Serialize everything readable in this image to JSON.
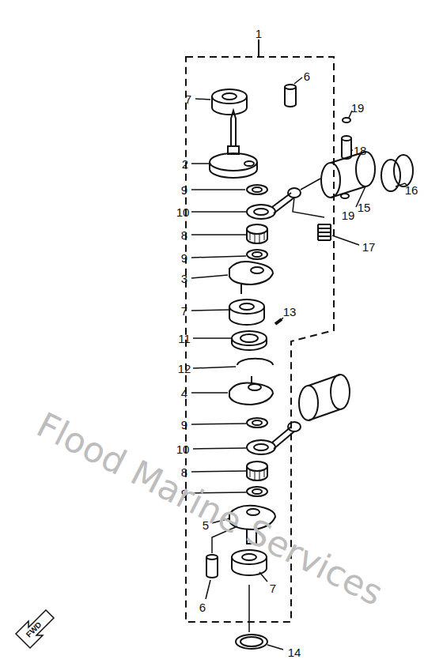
{
  "diagram": {
    "labels": [
      "1",
      "6",
      "7",
      "19",
      "18",
      "2",
      "16",
      "9",
      "19",
      "15",
      "10",
      "17",
      "8",
      "9",
      "3",
      "7",
      "13",
      "11",
      "12",
      "4",
      "9",
      "10",
      "8",
      "9",
      "5",
      "7",
      "6",
      "14",
      "Flood Marine Services",
      "FWD"
    ]
  }
}
